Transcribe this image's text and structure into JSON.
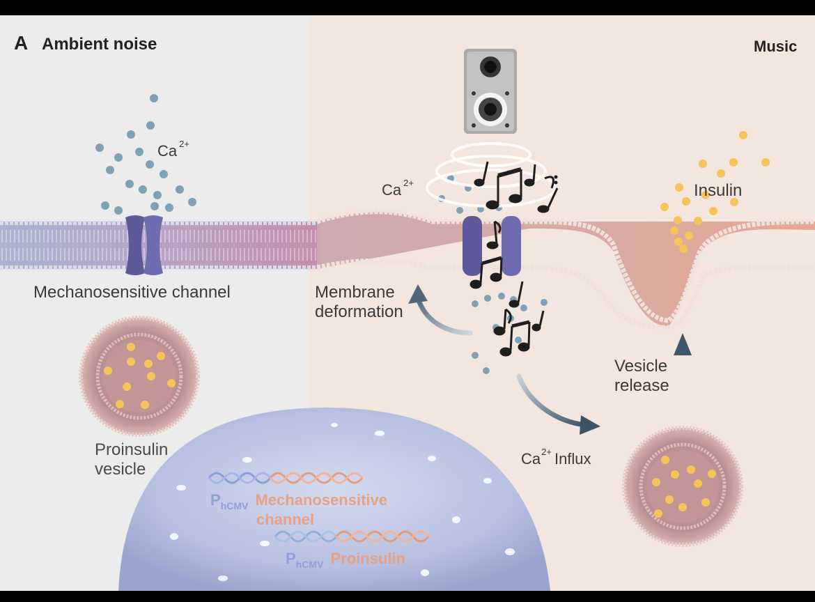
{
  "panel": {
    "letter": "A",
    "left_title": "Ambient noise",
    "right_title": "Music"
  },
  "labels": {
    "ca_left": "Ca",
    "ca_left_sup": "2+",
    "ca_right": "Ca",
    "ca_right_sup": "2+",
    "mechanosensitive_channel": "Mechanosensitive channel",
    "proinsulin_vesicle_line1": "Proinsulin",
    "proinsulin_vesicle_line2": "vesicle",
    "membrane_deformation_line1": "Membrane",
    "membrane_deformation_line2": "deformation",
    "ca_influx_prefix": "Ca",
    "ca_influx_sup": "2+",
    "ca_influx_suffix": "Influx",
    "vesicle_release_line1": "Vesicle",
    "vesicle_release_line2": "release",
    "insulin": "Insulin"
  },
  "genes": [
    {
      "promoter": "P",
      "promoter_sub": "hCMV",
      "gene_line1": "Mechanosensitive",
      "gene_line2": "channel"
    },
    {
      "promoter": "P",
      "promoter_sub": "hCMV",
      "gene_line1": "Proinsulin",
      "gene_line2": ""
    }
  ],
  "colors": {
    "left_background": "#ececec",
    "right_background": "#f3e6df",
    "ion": "#7fa1b6",
    "insulin": "#f5c45a",
    "channel": "#5e5a9a",
    "nucleus": "#b4bcdc",
    "promoter_text": "#8ea0d8",
    "gene_text": "#e8a184"
  },
  "icons": [
    "speaker-icon",
    "music-notes-icon",
    "sound-wave-icon",
    "dna-icon"
  ]
}
